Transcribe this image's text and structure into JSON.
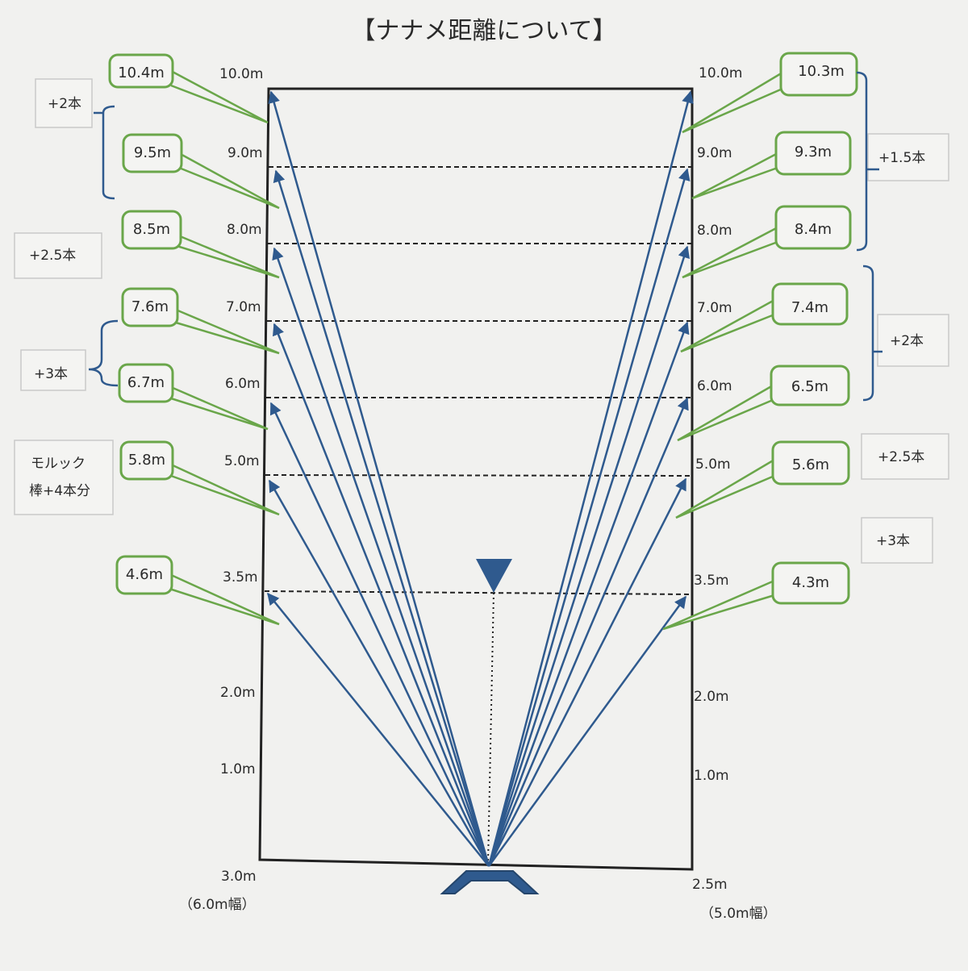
{
  "title": "【ナナメ距離について】",
  "colors": {
    "background": "#f1f1ef",
    "arrow": "#2f5a8e",
    "callout_border": "#6aa64a",
    "bracket": "#2f5a8e",
    "note_border": "#c9c9c9",
    "court_line": "#222222"
  },
  "left": {
    "axis_labels": [
      "10.0m",
      "9.0m",
      "8.0m",
      "7.0m",
      "6.0m",
      "5.0m",
      "3.5m",
      "2.0m",
      "1.0m",
      "3.0m"
    ],
    "width_label": "（6.0m幅）",
    "callouts": [
      "10.4m",
      "9.5m",
      "8.5m",
      "7.6m",
      "6.7m",
      "5.8m",
      "4.6m"
    ],
    "notes": [
      "+2本",
      "+2.5本",
      "+3本",
      "モルック",
      "棒+4本分"
    ]
  },
  "right": {
    "axis_labels": [
      "10.0m",
      "9.0m",
      "8.0m",
      "7.0m",
      "6.0m",
      "5.0m",
      "3.5m",
      "2.0m",
      "1.0m",
      "2.5m"
    ],
    "width_label": "（5.0m幅）",
    "callouts": [
      "10.3m",
      "9.3m",
      "8.4m",
      "7.4m",
      "6.5m",
      "5.6m",
      "4.3m"
    ],
    "notes": [
      "+1.5本",
      "+2本",
      "+2.5本",
      "+3本"
    ]
  }
}
